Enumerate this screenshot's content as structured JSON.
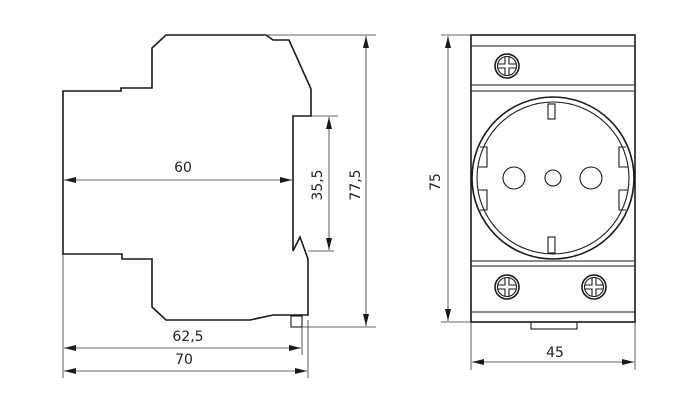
{
  "drawing": {
    "side_view": {
      "dims": {
        "depth_to_rail": "60",
        "rail_height": "35,5",
        "total_height": "77,5",
        "depth_to_clip": "62,5",
        "total_depth": "70"
      }
    },
    "front_view": {
      "dims": {
        "height": "75",
        "width": "45"
      }
    },
    "line_color": "#1a1a1a"
  }
}
